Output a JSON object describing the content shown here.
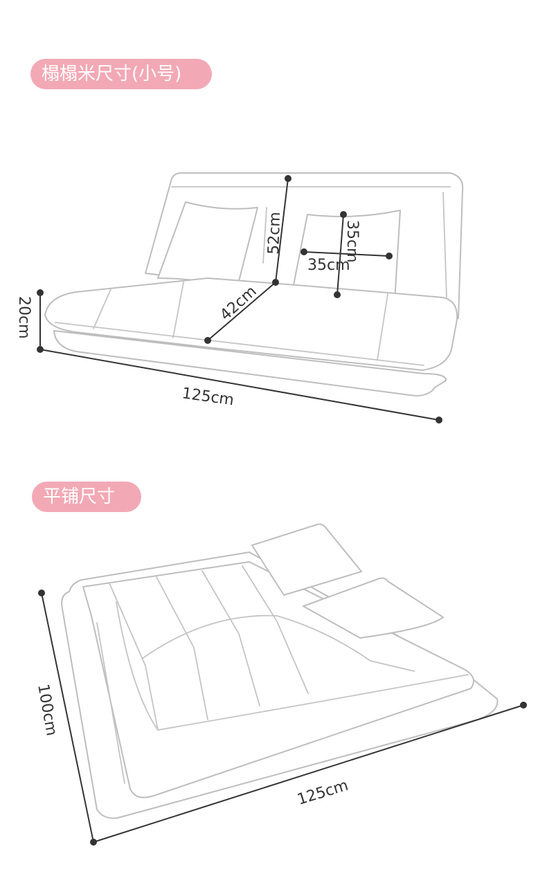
{
  "colors": {
    "pill_bg": "#f2a9b5",
    "pill_text": "#ffffff",
    "line": "#bdbdbd",
    "dim": "#333333"
  },
  "section1": {
    "title": "榻榻米尺寸(小号)",
    "dims": {
      "back_height": "52cm",
      "seat_depth": "42cm",
      "pillow_height": "35cm",
      "pillow_width": "35cm",
      "base_height": "20cm",
      "length": "125cm"
    }
  },
  "section2": {
    "title": "平铺尺寸",
    "dims": {
      "width": "100cm",
      "length": "125cm"
    }
  }
}
